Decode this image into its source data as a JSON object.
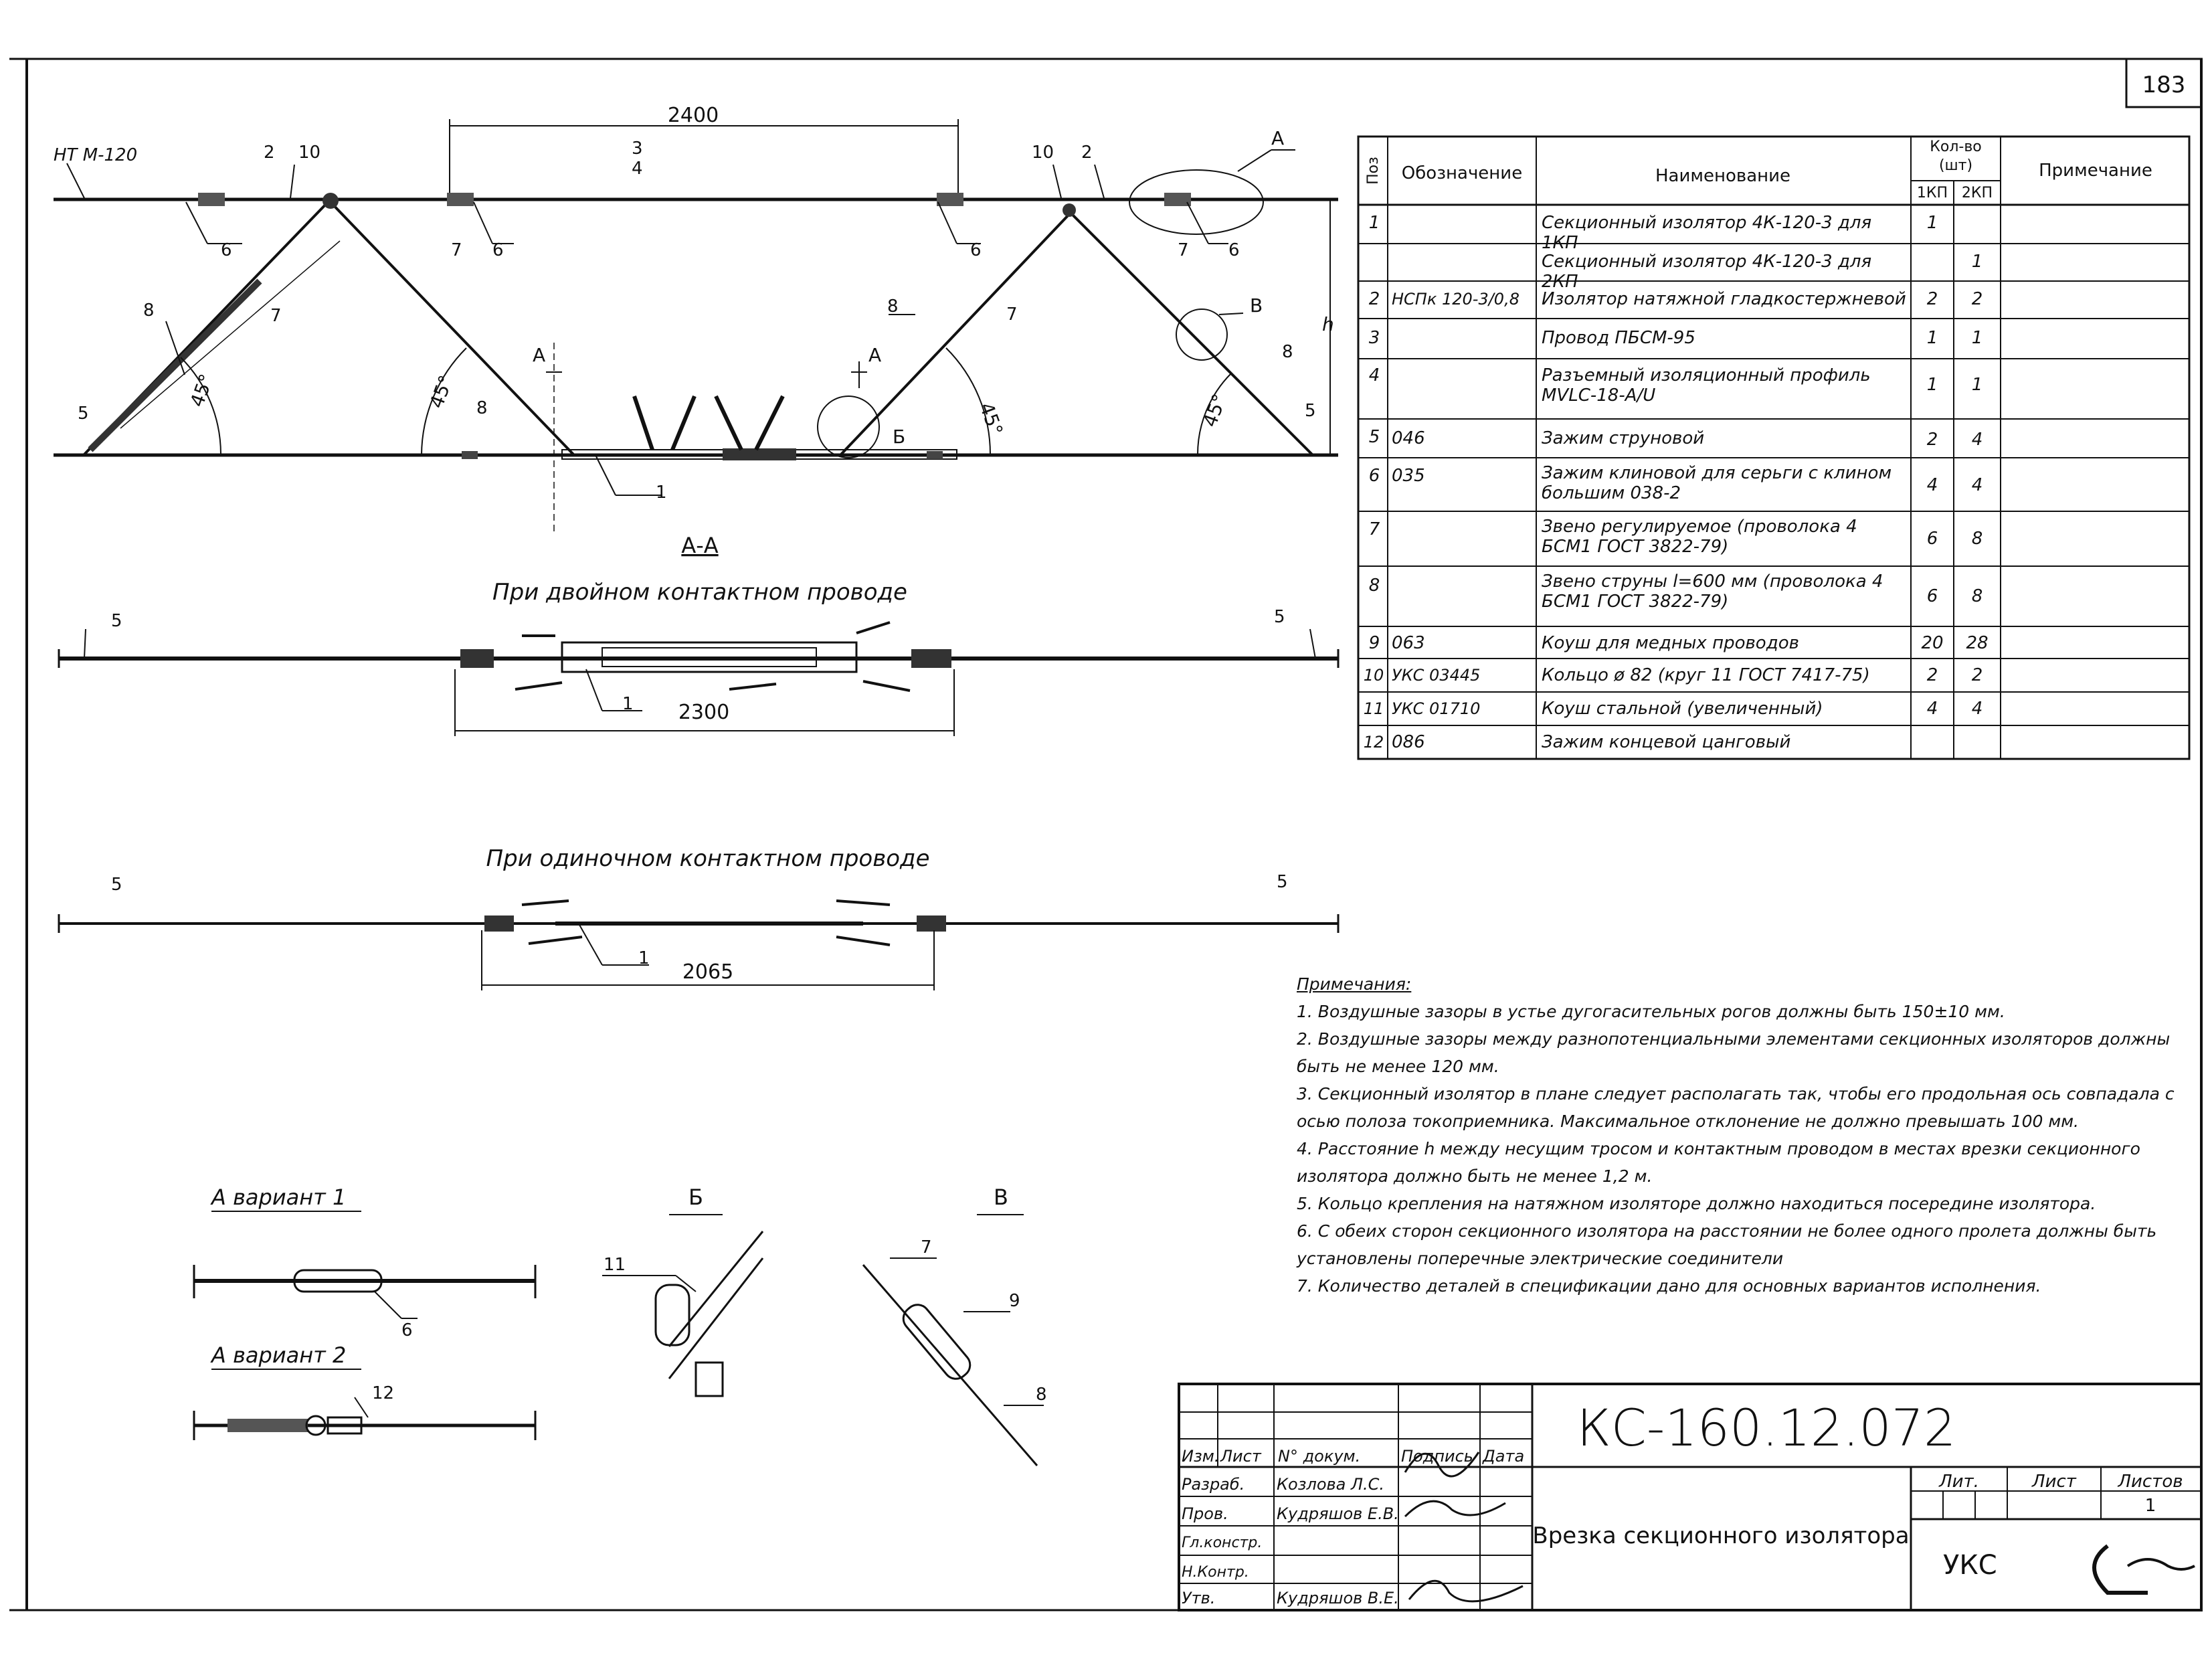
{
  "sheet_number": "183",
  "drawing": {
    "dim_top": "2400",
    "h_label": "h",
    "wire_label": "НТ М-120",
    "angle": "45°",
    "callout_A": "А",
    "callout_B": "В",
    "callout_Bcyr": "Б",
    "section_mark": "А",
    "section_title": "А-А",
    "double_title": "При двойном контактном проводе",
    "double_dim": "2300",
    "single_title": "При одиночном контактном проводе",
    "single_dim": "2065",
    "var1_title": "А вариант 1",
    "var2_title": "А вариант 2",
    "detailB_title": "Б",
    "detailV_title": "В",
    "pos": {
      "p1": "1",
      "p2": "2",
      "p3": "3",
      "p4": "4",
      "p5": "5",
      "p6": "6",
      "p7": "7",
      "p8": "8",
      "p9": "9",
      "p10": "10",
      "p11": "11",
      "p12": "12"
    }
  },
  "spec": {
    "headers": {
      "pos": "Поз",
      "designation": "Обозначение",
      "name": "Наименование",
      "qty": "Кол-во (шт)",
      "qty1": "1КП",
      "qty2": "2КП",
      "note": "Примечание"
    },
    "rows": [
      {
        "pos": "1",
        "des": "",
        "name": "Секционный изолятор 4К-120-3 для 1КП",
        "q1": "1",
        "q2": ""
      },
      {
        "pos": "",
        "des": "",
        "name": "Секционный изолятор 4К-120-3 для 2КП",
        "q1": "",
        "q2": "1"
      },
      {
        "pos": "2",
        "des": "НСПк 120-3/0,8",
        "name": "Изолятор натяжной гладкостержневой",
        "q1": "2",
        "q2": "2"
      },
      {
        "pos": "3",
        "des": "",
        "name": "Провод ПБСМ-95",
        "q1": "1",
        "q2": "1"
      },
      {
        "pos": "4",
        "des": "",
        "name": "Разъемный изоляционный профиль MVLC-18-A/U",
        "q1": "1",
        "q2": "1"
      },
      {
        "pos": "5",
        "des": "046",
        "name": "Зажим струновой",
        "q1": "2",
        "q2": "4"
      },
      {
        "pos": "6",
        "des": "035",
        "name": "Зажим клиновой для серьги с клином большим 038-2",
        "q1": "4",
        "q2": "4"
      },
      {
        "pos": "7",
        "des": "",
        "name": "Звено регулируемое (проволока 4 БСМ1 ГОСТ 3822-79)",
        "q1": "6",
        "q2": "8"
      },
      {
        "pos": "8",
        "des": "",
        "name": "Звено струны l=600 мм (проволока 4 БСМ1 ГОСТ 3822-79)",
        "q1": "6",
        "q2": "8"
      },
      {
        "pos": "9",
        "des": "063",
        "name": "Коуш для медных проводов",
        "q1": "20",
        "q2": "28"
      },
      {
        "pos": "10",
        "des": "УКС 03445",
        "name": "Кольцо ø 82 (круг 11 ГОСТ 7417-75)",
        "q1": "2",
        "q2": "2"
      },
      {
        "pos": "11",
        "des": "УКС 01710",
        "name": "Коуш стальной (увеличенный)",
        "q1": "4",
        "q2": "4"
      },
      {
        "pos": "12",
        "des": "086",
        "name": "Зажим концевой цанговый",
        "q1": "",
        "q2": ""
      }
    ]
  },
  "notes": {
    "heading": "Примечания:",
    "items": [
      "1. Воздушные зазоры в устье дугогасительных рогов должны быть 150±10 мм.",
      "2. Воздушные зазоры между разнопотенциальными элементами секционных изоляторов должны быть не менее 120 мм.",
      "3. Секционный изолятор в плане следует располагать так, чтобы его продольная ось совпадала с осью полоза токоприемника. Максимальное отклонение не должно превышать 100 мм.",
      "4. Расстояние h между несущим тросом и контактным проводом в местах врезки секционного изолятора должно быть не менее 1,2 м.",
      "5. Кольцо крепления на натяжном изоляторе должно находиться посередине изолятора.",
      "6. С обеих сторон секционного изолятора на расстоянии не более одного пролета должны быть установлены поперечные электрические соединители",
      "7. Количество деталей в спецификации дано для основных вариантов исполнения."
    ]
  },
  "title_block": {
    "code": "КС-160.12.072",
    "title": "Врезка секционного изолятора",
    "org": "УКС",
    "col_izm": "Изм.",
    "col_list": "Лист",
    "col_doc": "N° докум.",
    "col_sign": "Подпись",
    "col_date": "Дата",
    "razrab_label": "Разраб.",
    "razrab_name": "Козлова Л.С.",
    "prov_label": "Пров.",
    "prov_name": "Кудряшов Е.В.",
    "glkonstr_label": "Гл.констр.",
    "nkontr_label": "Н.Контр.",
    "utv_label": "Утв.",
    "utv_name": "Кудряшов В.Е.",
    "lit": "Лит.",
    "list": "Лист",
    "listov": "Листов",
    "listov_val": "1"
  }
}
